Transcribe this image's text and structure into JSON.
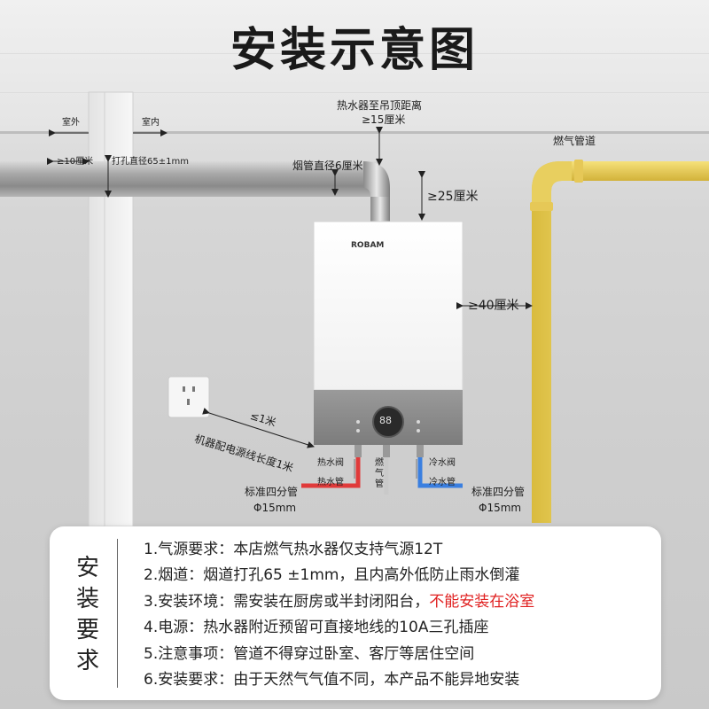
{
  "title": "安装示意图",
  "labels": {
    "ceiling_distance": "热水器至吊顶距离",
    "ceiling_min": "≥15厘米",
    "outdoor": "室外",
    "indoor": "室内",
    "wall_gap": "≥10厘米",
    "drill_hole": "打孔直径65±1mm",
    "flue_diameter": "烟管直径6厘米",
    "top_gap": "≥25厘米",
    "side_gap": "≥40厘米",
    "gas_pipe": "燃气管道",
    "cord_max": "≤1米",
    "cord_length": "机器配电源线长度1米",
    "hot_valve": "热水阀",
    "hot_pipe": "热水管",
    "gas_v1": "燃",
    "gas_v2": "气",
    "gas_v3": "管",
    "cold_valve": "冷水阀",
    "cold_pipe": "冷水管",
    "std_pipe_left": "标准四分管",
    "std_pipe_right": "标准四分管",
    "dia_left": "Φ15mm",
    "dia_right": "Φ15mm",
    "brand": "ROBAM",
    "display": "88"
  },
  "requirements": {
    "heading": [
      "安",
      "装",
      "要",
      "求"
    ],
    "items": [
      {
        "text": "1.气源要求：本店燃气热水器仅支持气源12T"
      },
      {
        "text": "2.烟道：烟道打孔65 ±1mm，且内高外低防止雨水倒灌"
      },
      {
        "text": "3.安装环境：需安装在厨房或半封闭阳台，",
        "warning": "不能安装在浴室"
      },
      {
        "text": "4.电源：热水器附近预留可直接地线的10A三孔插座"
      },
      {
        "text": "5.注意事项：管道不得穿过卧室、客厅等居住空间"
      },
      {
        "text": "6.安装要求：由于天然气气值不同，本产品不能异地安装"
      }
    ]
  },
  "colors": {
    "gas_pipe": "#f0d768",
    "hot_pipe": "#e03a3a",
    "cold_pipe": "#3a7fe0",
    "warning": "#e02020"
  }
}
